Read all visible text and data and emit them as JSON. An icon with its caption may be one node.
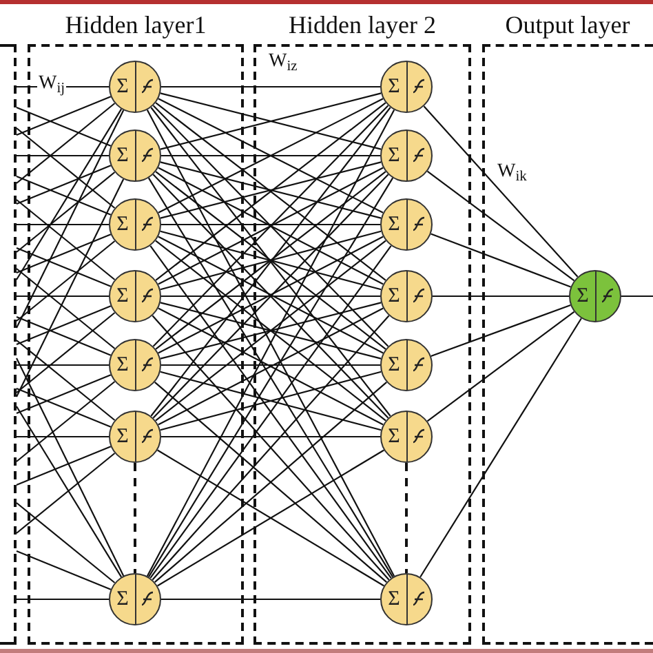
{
  "diagram": {
    "nodes": [
      {
        "text": [],
        "shape": "box"
      },
      {
        "text": [
          "Hidden layer1"
        ]
      },
      {
        "text": [
          "Hidden layer 2"
        ]
      },
      {
        "text": [
          "Output layer"
        ]
      },
      {
        "text": [
          "Σ"
        ],
        "in": 1
      },
      {
        "text": [
          "Σ"
        ],
        "in": 1
      },
      {
        "text": [
          "Σ"
        ],
        "in": 1
      },
      {
        "text": [
          "Σ"
        ],
        "in": 1
      },
      {
        "text": [
          "Σ"
        ],
        "in": 1
      },
      {
        "text": [
          "Σ"
        ],
        "in": 1
      },
      {
        "text": [
          "Σ"
        ],
        "in": 1
      },
      {
        "text": [
          "Σ"
        ],
        "in": 2
      },
      {
        "text": [
          "Σ"
        ],
        "in": 2
      },
      {
        "text": [
          "Σ"
        ],
        "in": 2
      },
      {
        "text": [
          "Σ"
        ],
        "in": 2
      },
      {
        "text": [
          "Σ"
        ],
        "in": 2
      },
      {
        "text": [
          "Σ"
        ],
        "in": 2
      },
      {
        "text": [
          "Σ"
        ],
        "in": 2
      },
      {
        "text": [
          "Σ"
        ],
        "in": 3
      }
    ],
    "edges": [
      {
        "from": 0,
        "to": 4,
        "arrow": "none"
      },
      {
        "from": 0,
        "to": 4,
        "arrow": "none"
      },
      {
        "from": 0,
        "to": 4,
        "arrow": "none"
      },
      {
        "from": 0,
        "to": 4,
        "arrow": "none"
      },
      {
        "from": 0,
        "to": 4,
        "arrow": "none"
      },
      {
        "from": 0,
        "to": 5,
        "arrow": "none"
      },
      {
        "from": 0,
        "to": 5,
        "arrow": "none"
      },
      {
        "from": 0,
        "to": 5,
        "arrow": "none"
      },
      {
        "from": 0,
        "to": 5,
        "arrow": "none"
      },
      {
        "from": 0,
        "to": 5,
        "arrow": "none"
      },
      {
        "from": 0,
        "to": 6,
        "arrow": "none"
      },
      {
        "from": 0,
        "to": 6,
        "arrow": "none"
      },
      {
        "from": 0,
        "to": 6,
        "arrow": "none"
      },
      {
        "from": 0,
        "to": 6,
        "arrow": "none"
      },
      {
        "from": 0,
        "to": 6,
        "arrow": "none"
      },
      {
        "from": 0,
        "to": 7,
        "arrow": "none"
      },
      {
        "from": 0,
        "to": 7,
        "arrow": "none"
      },
      {
        "from": 0,
        "to": 7,
        "arrow": "none"
      },
      {
        "from": 0,
        "to": 7,
        "arrow": "none"
      },
      {
        "from": 0,
        "to": 7,
        "arrow": "none"
      },
      {
        "from": 0,
        "to": 8,
        "arrow": "none"
      },
      {
        "from": 0,
        "to": 8,
        "arrow": "none"
      },
      {
        "from": 0,
        "to": 8,
        "arrow": "none"
      },
      {
        "from": 0,
        "to": 8,
        "arrow": "none"
      },
      {
        "from": 0,
        "to": 8,
        "arrow": "none"
      },
      {
        "from": 0,
        "to": 9,
        "arrow": "none"
      },
      {
        "from": 0,
        "to": 9,
        "arrow": "none"
      },
      {
        "from": 0,
        "to": 9,
        "arrow": "none"
      },
      {
        "from": 0,
        "to": 9,
        "arrow": "none"
      },
      {
        "from": 0,
        "to": 9,
        "arrow": "none"
      },
      {
        "from": 0,
        "to": 10,
        "arrow": "none"
      },
      {
        "from": 0,
        "to": 10,
        "arrow": "none"
      },
      {
        "from": 0,
        "to": 10,
        "arrow": "none"
      },
      {
        "from": 0,
        "to": 10,
        "arrow": "none"
      },
      {
        "from": 0,
        "to": 10,
        "arrow": "none"
      },
      {
        "from": 4,
        "to": 11,
        "arrow": "none"
      },
      {
        "from": 4,
        "to": 12,
        "arrow": "none"
      },
      {
        "from": 4,
        "to": 13,
        "arrow": "none"
      },
      {
        "from": 4,
        "to": 14,
        "arrow": "none"
      },
      {
        "from": 4,
        "to": 15,
        "arrow": "none"
      },
      {
        "from": 4,
        "to": 16,
        "arrow": "none"
      },
      {
        "from": 4,
        "to": 17,
        "arrow": "none"
      },
      {
        "from": 5,
        "to": 11,
        "arrow": "none"
      },
      {
        "from": 5,
        "to": 12,
        "arrow": "none"
      },
      {
        "from": 5,
        "to": 13,
        "arrow": "none"
      },
      {
        "from": 5,
        "to": 14,
        "arrow": "none"
      },
      {
        "from": 5,
        "to": 15,
        "arrow": "none"
      },
      {
        "from": 5,
        "to": 16,
        "arrow": "none"
      },
      {
        "from": 5,
        "to": 17,
        "arrow": "none"
      },
      {
        "from": 6,
        "to": 11,
        "arrow": "none"
      },
      {
        "from": 6,
        "to": 12,
        "arrow": "none"
      },
      {
        "from": 6,
        "to": 13,
        "arrow": "none"
      },
      {
        "from": 6,
        "to": 14,
        "arrow": "none"
      },
      {
        "from": 6,
        "to": 15,
        "arrow": "none"
      },
      {
        "from": 6,
        "to": 16,
        "arrow": "none"
      },
      {
        "from": 6,
        "to": 17,
        "arrow": "none"
      },
      {
        "from": 7,
        "to": 11,
        "arrow": "none"
      },
      {
        "from": 7,
        "to": 12,
        "arrow": "none"
      },
      {
        "from": 7,
        "to": 13,
        "arrow": "none"
      },
      {
        "from": 7,
        "to": 14,
        "arrow": "none"
      },
      {
        "from": 7,
        "to": 15,
        "arrow": "none"
      },
      {
        "from": 7,
        "to": 16,
        "arrow": "none"
      },
      {
        "from": 7,
        "to": 17,
        "arrow": "none"
      },
      {
        "from": 8,
        "to": 11,
        "arrow": "none"
      },
      {
        "from": 8,
        "to": 12,
        "arrow": "none"
      },
      {
        "from": 8,
        "to": 13,
        "arrow": "none"
      },
      {
        "from": 8,
        "to": 14,
        "arrow": "none"
      },
      {
        "from": 8,
        "to": 15,
        "arrow": "none"
      },
      {
        "from": 8,
        "to": 16,
        "arrow": "none"
      },
      {
        "from": 8,
        "to": 17,
        "arrow": "none"
      },
      {
        "from": 9,
        "to": 11,
        "arrow": "none"
      },
      {
        "from": 9,
        "to": 12,
        "arrow": "none"
      },
      {
        "from": 9,
        "to": 13,
        "arrow": "none"
      },
      {
        "from": 9,
        "to": 14,
        "arrow": "none"
      },
      {
        "from": 9,
        "to": 15,
        "arrow": "none"
      },
      {
        "from": 9,
        "to": 16,
        "arrow": "none"
      },
      {
        "from": 9,
        "to": 17,
        "arrow": "none"
      },
      {
        "from": 10,
        "to": 11,
        "arrow": "none"
      },
      {
        "from": 10,
        "to": 12,
        "arrow": "none"
      },
      {
        "from": 10,
        "to": 13,
        "arrow": "none"
      },
      {
        "from": 10,
        "to": 14,
        "arrow": "none"
      },
      {
        "from": 10,
        "to": 15,
        "arrow": "none"
      },
      {
        "from": 10,
        "to": 16,
        "arrow": "none"
      },
      {
        "from": 10,
        "to": 17,
        "arrow": "none"
      },
      {
        "from": 11,
        "to": 18,
        "arrow": "none"
      },
      {
        "from": 12,
        "to": 18,
        "arrow": "none"
      },
      {
        "from": 13,
        "to": 18,
        "arrow": "none"
      },
      {
        "from": 14,
        "to": 18,
        "arrow": "none"
      },
      {
        "from": 15,
        "to": 18,
        "arrow": "none"
      },
      {
        "from": 16,
        "to": 18,
        "arrow": "none"
      },
      {
        "from": 17,
        "to": 18,
        "arrow": "none"
      },
      {
        "from": 18,
        "to": null,
        "arrow": "none"
      },
      {
        "from": 9,
        "to": 10,
        "arrow": "none",
        "style": "dashed"
      },
      {
        "from": 16,
        "to": 17,
        "arrow": "none",
        "style": "dashed"
      }
    ],
    "labels": [
      "W$_{ij}$",
      "W$_{iz}$",
      "W$_{ik}$"
    ]
  }
}
